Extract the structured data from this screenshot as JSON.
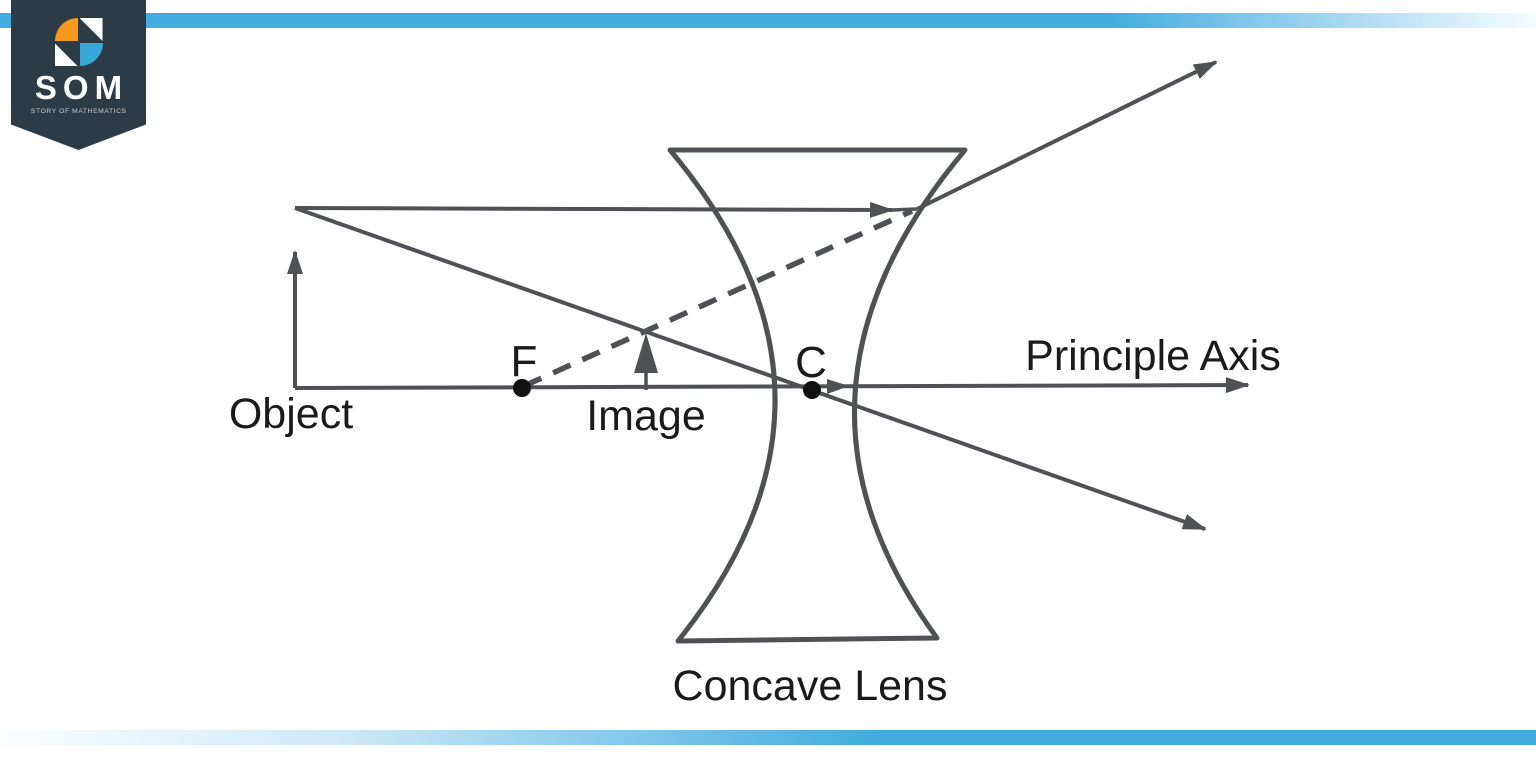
{
  "colors": {
    "accent": "#41ace0",
    "banner": "#2d3b47",
    "orange": "#f5991f",
    "icon-blue": "#3aa7d9",
    "line": "#4f5154",
    "text": "#1a1a1a"
  },
  "branding": {
    "logo": {
      "acronym": "SOM",
      "tagline": "STORY OF MATHEMATICS",
      "icon": "som-pinwheel-icon (two quarter-discs + two triangles, css shapes)"
    }
  },
  "diagram": {
    "type": "concave-lens-ray-diagram",
    "labels": {
      "object": "Object",
      "image": "Image",
      "focal_point": "F",
      "optical_center": "C",
      "axis": "Principle Axis",
      "lens": "Concave Lens"
    }
  }
}
